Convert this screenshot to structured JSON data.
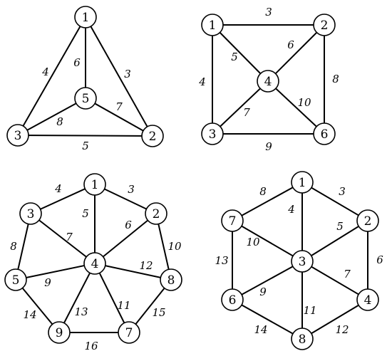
{
  "graphs": [
    {
      "nodes": [
        "1",
        "2",
        "3",
        "5"
      ],
      "edges": [
        {
          "from": "1",
          "to": "3",
          "weight": "4"
        },
        {
          "from": "1",
          "to": "5",
          "weight": "6"
        },
        {
          "from": "1",
          "to": "2",
          "weight": "3"
        },
        {
          "from": "3",
          "to": "5",
          "weight": "8"
        },
        {
          "from": "5",
          "to": "2",
          "weight": "7"
        },
        {
          "from": "3",
          "to": "2",
          "weight": "5"
        }
      ]
    },
    {
      "nodes": [
        "1",
        "2",
        "3",
        "4",
        "6"
      ],
      "edges": [
        {
          "from": "1",
          "to": "2",
          "weight": "3"
        },
        {
          "from": "1",
          "to": "3",
          "weight": "4"
        },
        {
          "from": "1",
          "to": "4",
          "weight": "5"
        },
        {
          "from": "2",
          "to": "4",
          "weight": "6"
        },
        {
          "from": "2",
          "to": "6",
          "weight": "8"
        },
        {
          "from": "3",
          "to": "4",
          "weight": "7"
        },
        {
          "from": "4",
          "to": "6",
          "weight": "10"
        },
        {
          "from": "3",
          "to": "6",
          "weight": "9"
        }
      ]
    },
    {
      "nodes": [
        "1",
        "2",
        "3",
        "4",
        "5",
        "7",
        "8",
        "9"
      ],
      "edges": [
        {
          "from": "3",
          "to": "1",
          "weight": "4"
        },
        {
          "from": "1",
          "to": "2",
          "weight": "3"
        },
        {
          "from": "1",
          "to": "4",
          "weight": "5"
        },
        {
          "from": "2",
          "to": "4",
          "weight": "6"
        },
        {
          "from": "3",
          "to": "4",
          "weight": "7"
        },
        {
          "from": "3",
          "to": "5",
          "weight": "8"
        },
        {
          "from": "2",
          "to": "8",
          "weight": "10"
        },
        {
          "from": "5",
          "to": "4",
          "weight": "9"
        },
        {
          "from": "4",
          "to": "8",
          "weight": "12"
        },
        {
          "from": "4",
          "to": "9",
          "weight": "13"
        },
        {
          "from": "4",
          "to": "7",
          "weight": "11"
        },
        {
          "from": "5",
          "to": "9",
          "weight": "14"
        },
        {
          "from": "8",
          "to": "7",
          "weight": "15"
        },
        {
          "from": "9",
          "to": "7",
          "weight": "16"
        }
      ]
    },
    {
      "nodes": [
        "1",
        "2",
        "3",
        "4",
        "6",
        "7",
        "8"
      ],
      "edges": [
        {
          "from": "7",
          "to": "1",
          "weight": "8"
        },
        {
          "from": "1",
          "to": "2",
          "weight": "3"
        },
        {
          "from": "1",
          "to": "3",
          "weight": "4"
        },
        {
          "from": "2",
          "to": "3",
          "weight": "5"
        },
        {
          "from": "7",
          "to": "3",
          "weight": "10"
        },
        {
          "from": "2",
          "to": "4",
          "weight": "6"
        },
        {
          "from": "7",
          "to": "6",
          "weight": "13"
        },
        {
          "from": "3",
          "to": "4",
          "weight": "7"
        },
        {
          "from": "3",
          "to": "6",
          "weight": "9"
        },
        {
          "from": "3",
          "to": "8",
          "weight": "11"
        },
        {
          "from": "6",
          "to": "8",
          "weight": "14"
        },
        {
          "from": "8",
          "to": "4",
          "weight": "12"
        }
      ]
    }
  ]
}
